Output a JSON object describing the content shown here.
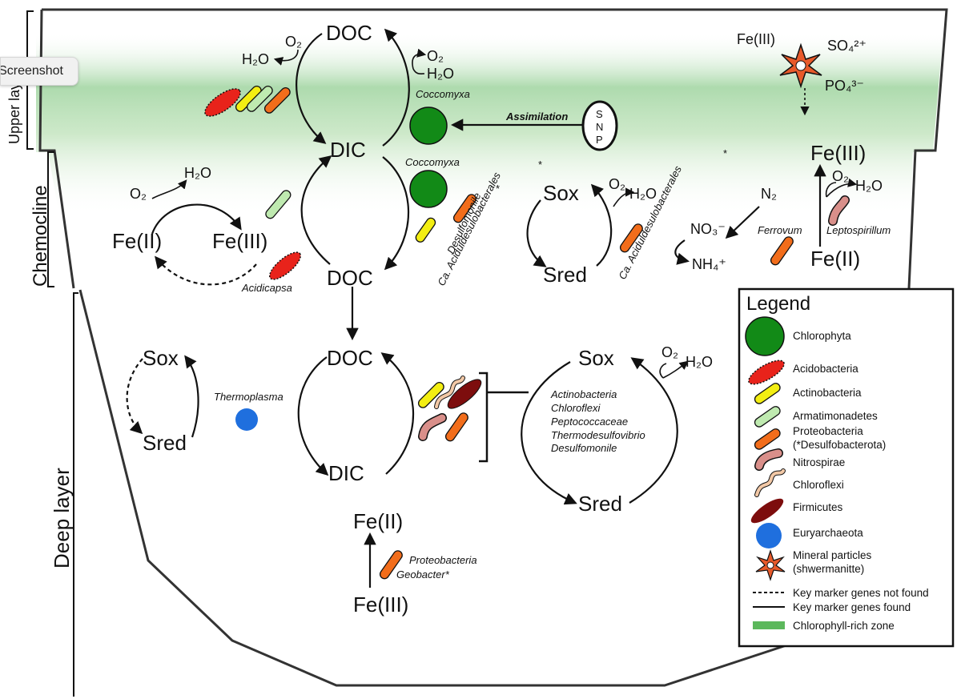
{
  "layers": {
    "upper": "Upper layer",
    "chemocline": "Chemocline",
    "deep": "Deep layer"
  },
  "overlay": {
    "tab_label": "Screenshot"
  },
  "species": {
    "doc": "DOC",
    "dic": "DIC",
    "o2": "O₂",
    "h2o": "H₂O",
    "fe2": "Fe(II)",
    "fe3": "Fe(III)",
    "sox": "Sox",
    "sred": "Sred",
    "n2": "N₂",
    "no3": "NO₃⁻",
    "nh4": "NH₄⁺",
    "so4": "SO₄²⁺",
    "po4": "PO₄³⁻",
    "snp": [
      "S",
      "N",
      "P"
    ]
  },
  "labels": {
    "coccomyxa": "Coccomyxa",
    "assimilation": "Assimilation",
    "acidicapsa": "Acidicapsa",
    "desulfomonile": "Desulfomonile",
    "asterisk": "*",
    "ca_acidulo": "Ca. Aciduldesulobacterales",
    "ferrovum": "Ferrovum",
    "leptospirillum": "Leptospirillum",
    "thermoplasma": "Thermoplasma",
    "proteobacteria": "Proteobacteria",
    "geobacter": "Geobacter*",
    "deep_taxa": [
      "Actinobacteria",
      "Chloroflexi",
      "Peptococcaceae",
      "Thermodesulfovibrio",
      "Desulfomonile"
    ]
  },
  "legend": {
    "title": "Legend",
    "items": [
      {
        "label": "Chlorophyta",
        "color": "#128a17",
        "icon": "green-circle-icon"
      },
      {
        "label": "Acidobacteria",
        "color": "#e8231b",
        "icon": "red-spindle-icon"
      },
      {
        "label": "Actinobacteria",
        "color": "#f3ee12",
        "icon": "yellow-rod-icon"
      },
      {
        "label": "Armatimonadetes",
        "color": "#bfeab0",
        "icon": "pale-green-rod-icon"
      },
      {
        "label": "Proteobacteria",
        "label2": "(*Desulfobacterota)",
        "color": "#f26d1b",
        "icon": "orange-rod-icon"
      },
      {
        "label": "Nitrospirae",
        "color": "#d98f8a",
        "icon": "pink-curved-rod-icon"
      },
      {
        "label": "Chloroflexi",
        "color": "#f2c8a6",
        "icon": "filament-icon"
      },
      {
        "label": "Firmicutes",
        "color": "#7d0d0d",
        "icon": "dark-red-spindle-icon"
      },
      {
        "label": "Euryarchaeota",
        "color": "#1f6fde",
        "icon": "blue-circle-icon"
      },
      {
        "label": "Mineral particles",
        "label2": "(shwermanitte)",
        "color": "#e85a2a",
        "icon": "mineral-star-icon"
      },
      {
        "label": "Key marker genes not found",
        "icon": "dashed-line-icon"
      },
      {
        "label": "Key marker genes found",
        "icon": "solid-line-icon"
      },
      {
        "label": "Chlorophyll-rich zone",
        "color": "#5cb85c",
        "icon": "green-bar-icon"
      }
    ]
  }
}
